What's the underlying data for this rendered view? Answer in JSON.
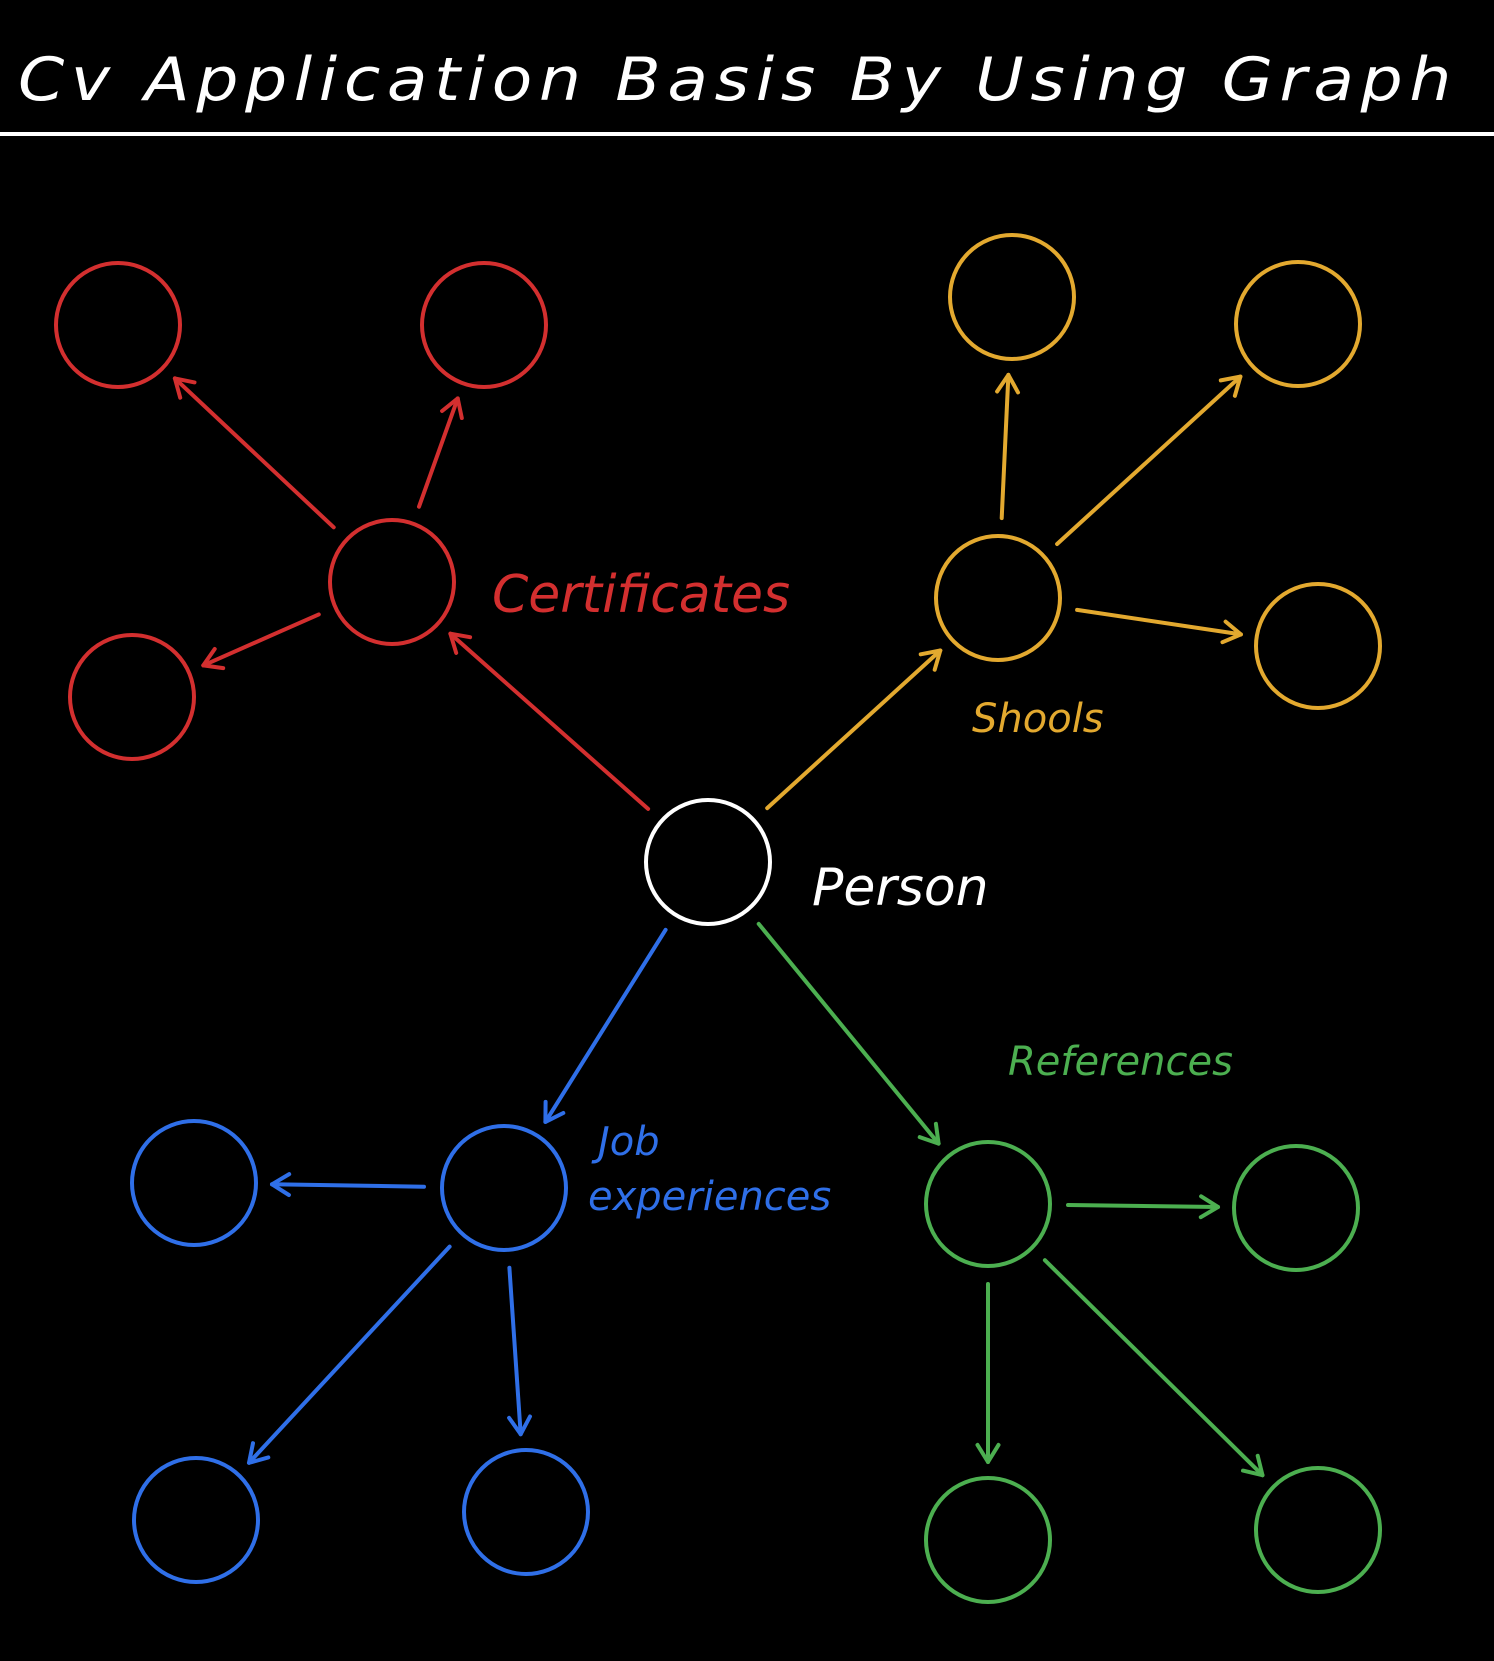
{
  "title": "Cv Application Basis By Using Graph",
  "colors": {
    "background": "#000000",
    "person": "#ffffff",
    "certificates": "#d32f2f",
    "schools": "#e3a92f",
    "job_experiences": "#2f6fe8",
    "references": "#4caf50"
  },
  "labels": {
    "person": "Person",
    "certificates": "Certificates",
    "schools": "Shools",
    "job_line1": "Job",
    "job_line2": "experiences",
    "references": "References"
  },
  "nodes": [
    {
      "id": "person",
      "group": "person"
    },
    {
      "id": "certificates",
      "group": "certificates"
    },
    {
      "id": "cert-child-1",
      "group": "certificates"
    },
    {
      "id": "cert-child-2",
      "group": "certificates"
    },
    {
      "id": "cert-child-3",
      "group": "certificates"
    },
    {
      "id": "schools",
      "group": "schools"
    },
    {
      "id": "school-child-1",
      "group": "schools"
    },
    {
      "id": "school-child-2",
      "group": "schools"
    },
    {
      "id": "school-child-3",
      "group": "schools"
    },
    {
      "id": "job-experiences",
      "group": "job_experiences"
    },
    {
      "id": "job-child-1",
      "group": "job_experiences"
    },
    {
      "id": "job-child-2",
      "group": "job_experiences"
    },
    {
      "id": "job-child-3",
      "group": "job_experiences"
    },
    {
      "id": "references",
      "group": "references"
    },
    {
      "id": "ref-child-1",
      "group": "references"
    },
    {
      "id": "ref-child-2",
      "group": "references"
    },
    {
      "id": "ref-child-3",
      "group": "references"
    }
  ],
  "edges": [
    {
      "from": "person",
      "to": "certificates",
      "group": "certificates"
    },
    {
      "from": "certificates",
      "to": "cert-child-1",
      "group": "certificates"
    },
    {
      "from": "certificates",
      "to": "cert-child-2",
      "group": "certificates"
    },
    {
      "from": "certificates",
      "to": "cert-child-3",
      "group": "certificates"
    },
    {
      "from": "person",
      "to": "schools",
      "group": "schools"
    },
    {
      "from": "schools",
      "to": "school-child-1",
      "group": "schools"
    },
    {
      "from": "schools",
      "to": "school-child-2",
      "group": "schools"
    },
    {
      "from": "schools",
      "to": "school-child-3",
      "group": "schools"
    },
    {
      "from": "person",
      "to": "job-experiences",
      "group": "job_experiences"
    },
    {
      "from": "job-experiences",
      "to": "job-child-1",
      "group": "job_experiences"
    },
    {
      "from": "job-experiences",
      "to": "job-child-2",
      "group": "job_experiences"
    },
    {
      "from": "job-experiences",
      "to": "job-child-3",
      "group": "job_experiences"
    },
    {
      "from": "person",
      "to": "references",
      "group": "references"
    },
    {
      "from": "references",
      "to": "ref-child-1",
      "group": "references"
    },
    {
      "from": "references",
      "to": "ref-child-2",
      "group": "references"
    },
    {
      "from": "references",
      "to": "ref-child-3",
      "group": "references"
    }
  ]
}
